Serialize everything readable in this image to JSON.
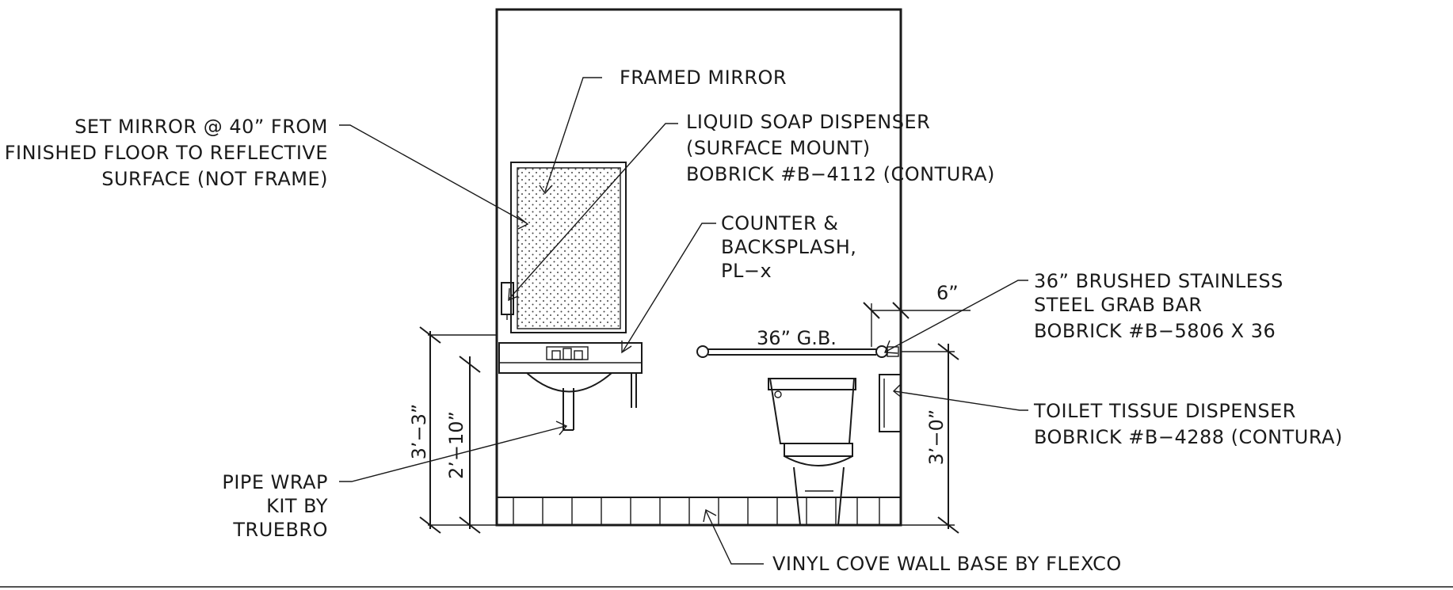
{
  "notes": {
    "framed_mirror": "FRAMED MIRROR",
    "set_mirror": [
      "SET MIRROR @ 40” FROM",
      "FINISHED FLOOR TO REFLECTIVE",
      "SURFACE (NOT FRAME)"
    ],
    "soap": [
      "LIQUID SOAP DISPENSER",
      "(SURFACE MOUNT)",
      "BOBRICK #B−4112 (CONTURA)"
    ],
    "counter": [
      "COUNTER &",
      "BACKSPLASH,",
      "PL−x"
    ],
    "grab_bar": [
      "36” BRUSHED STAINLESS",
      "STEEL GRAB BAR",
      "BOBRICK #B−5806 X 36"
    ],
    "tissue": [
      "TOILET TISSUE DISPENSER",
      "BOBRICK #B−4288 (CONTURA)"
    ],
    "pipe_wrap": [
      "PIPE WRAP",
      "KIT BY",
      "TRUEBRO"
    ],
    "cove_base": "VINYL COVE WALL BASE BY FLEXCO"
  },
  "dimensions": {
    "counter_height": "3’−3”",
    "sink_clearance": "2’−10”",
    "grab_bar_height": "3’−0”",
    "grab_bar_offset": "6”",
    "grab_bar_label": "36” G.B."
  }
}
